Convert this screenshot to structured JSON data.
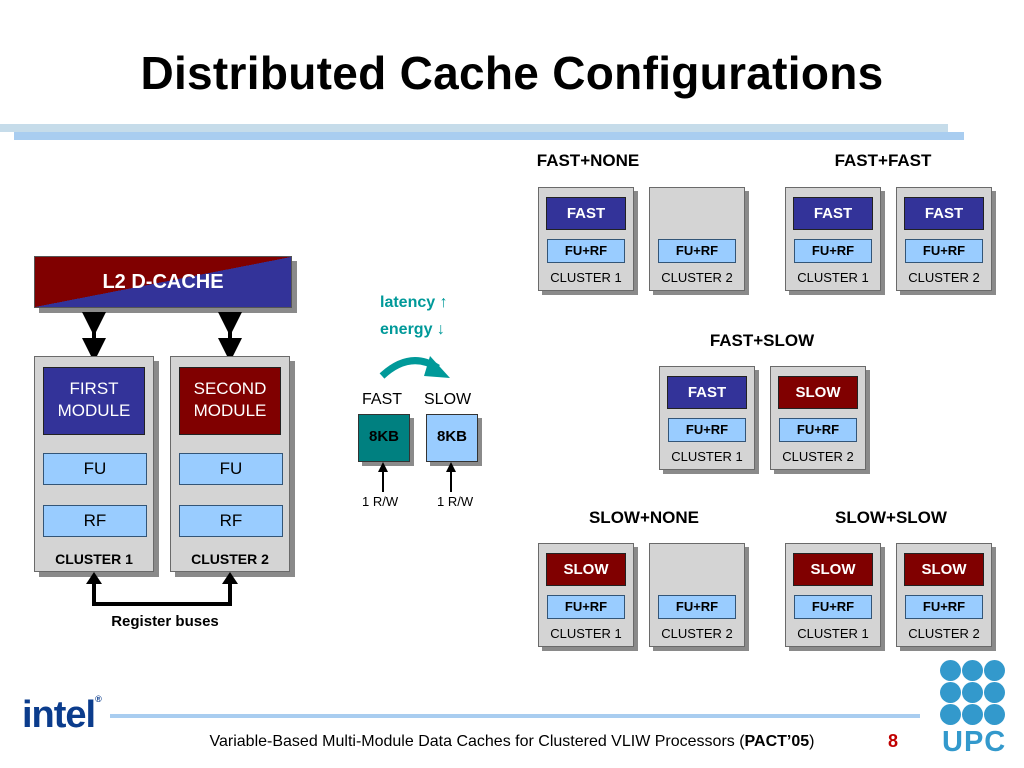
{
  "title": "Distributed Cache Configurations",
  "left": {
    "l2_label": "L2 D-CACHE",
    "first_module": "FIRST\nMODULE",
    "second_module": "SECOND\nMODULE",
    "fu": "FU",
    "rf": "RF",
    "cluster1": "CLUSTER 1",
    "cluster2": "CLUSTER 2",
    "register_buses": "Register buses"
  },
  "middle": {
    "latency": "latency ↑",
    "energy": "energy ↓",
    "fast_label": "FAST",
    "slow_label": "SLOW",
    "fast_size": "8KB",
    "slow_size": "8KB",
    "fast_rw": "1 R/W",
    "slow_rw": "1 R/W"
  },
  "configs": [
    {
      "name": "FAST+NONE",
      "c1": "FAST",
      "c2": "",
      "fu": "FU+RF",
      "cl1": "CLUSTER 1",
      "cl2": "CLUSTER 2"
    },
    {
      "name": "FAST+FAST",
      "c1": "FAST",
      "c2": "FAST",
      "fu": "FU+RF",
      "cl1": "CLUSTER 1",
      "cl2": "CLUSTER 2"
    },
    {
      "name": "FAST+SLOW",
      "c1": "FAST",
      "c2": "SLOW",
      "fu": "FU+RF",
      "cl1": "CLUSTER 1",
      "cl2": "CLUSTER 2"
    },
    {
      "name": "SLOW+NONE",
      "c1": "SLOW",
      "c2": "",
      "fu": "FU+RF",
      "cl1": "CLUSTER 1",
      "cl2": "CLUSTER 2"
    },
    {
      "name": "SLOW+SLOW",
      "c1": "SLOW",
      "c2": "SLOW",
      "fu": "FU+RF",
      "cl1": "CLUSTER 1",
      "cl2": "CLUSTER 2"
    }
  ],
  "footer": {
    "text": "Variable-Based Multi-Module Data Caches for Clustered VLIW Processors (",
    "bold": "PACT’05",
    "close": ")",
    "page": "8"
  },
  "logos": {
    "intel": "intel",
    "upc": "UPC"
  },
  "colors": {
    "fast": "#333399",
    "slow": "#800000",
    "fu": "#99ccff",
    "teal": "#008080",
    "accent": "#c00000"
  }
}
